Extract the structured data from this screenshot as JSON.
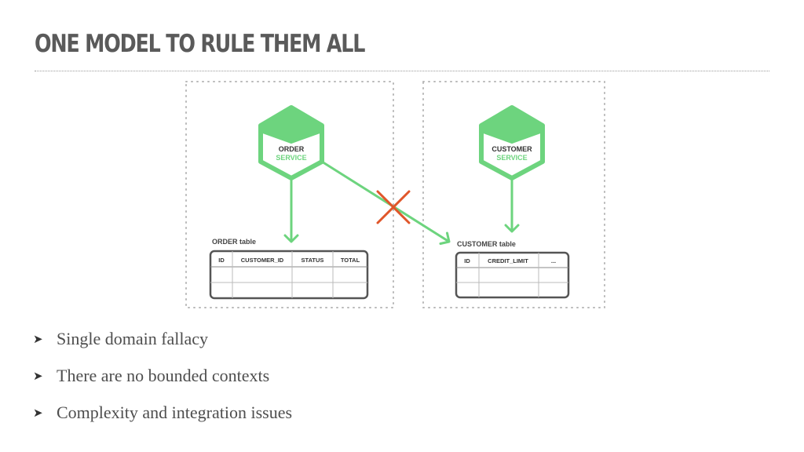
{
  "slide": {
    "title": "ONE MODEL TO RULE THEM ALL"
  },
  "diagram": {
    "left": {
      "service_name": "ORDER",
      "service_suffix": "SERVICE",
      "table_label": "ORDER table",
      "columns": [
        "ID",
        "CUSTOMER_ID",
        "STATUS",
        "TOTAL"
      ]
    },
    "right": {
      "service_name": "CUSTOMER",
      "service_suffix": "SERVICE",
      "table_label": "CUSTOMER table",
      "columns": [
        "ID",
        "CREDIT_LIMIT",
        "..."
      ]
    },
    "colors": {
      "service_green": "#6dd47e",
      "arrow_green": "#6dd47e",
      "service_text_green": "#6dd47e",
      "cross_orange": "#e0562a",
      "dark_text": "#333333",
      "table_border": "#555555"
    },
    "icons": {
      "blocked_access": "cross-icon"
    }
  },
  "bullets": [
    {
      "marker": "➤",
      "text": "Single domain fallacy"
    },
    {
      "marker": "➤",
      "text": "There are no bounded contexts"
    },
    {
      "marker": "➤",
      "text": "Complexity and integration issues"
    }
  ]
}
